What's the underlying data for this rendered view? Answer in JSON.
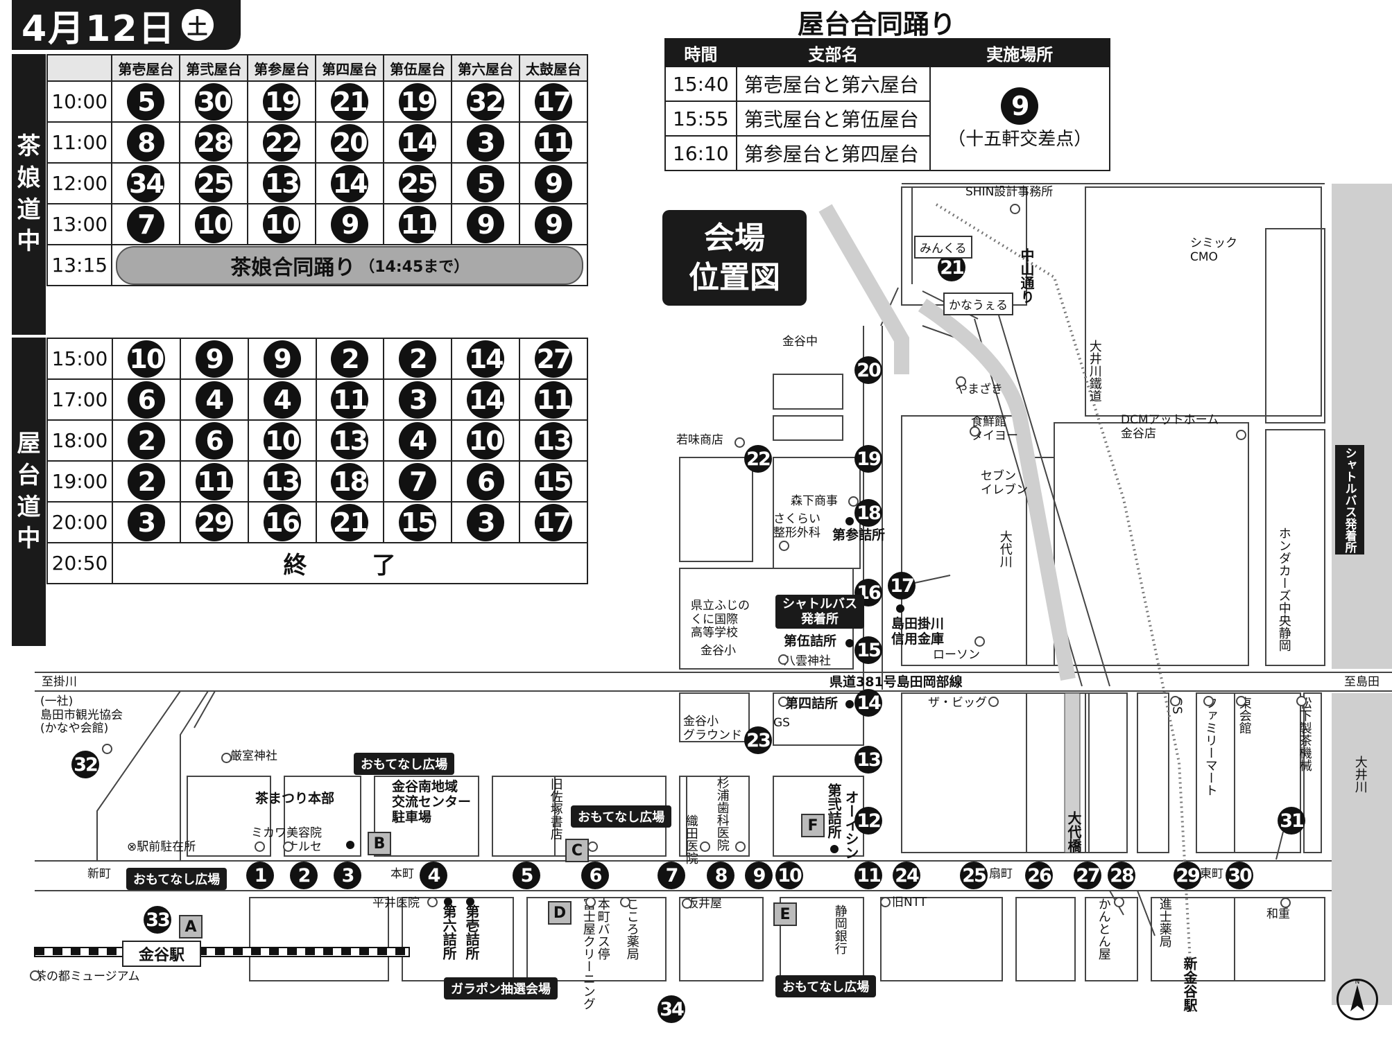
{
  "schedule": {
    "date": "4月12日",
    "weekday": "土",
    "columns": [
      "第壱屋台",
      "第弐屋台",
      "第参屋台",
      "第四屋台",
      "第伍屋台",
      "第六屋台",
      "太鼓屋台"
    ],
    "section1": {
      "label": [
        "茶",
        "娘",
        "道",
        "中"
      ],
      "rows": [
        {
          "time": "10:00",
          "values": [
            "5",
            "30",
            "19",
            "21",
            "19",
            "32",
            "17"
          ]
        },
        {
          "time": "11:00",
          "values": [
            "8",
            "28",
            "22",
            "20",
            "14",
            "3",
            "11"
          ]
        },
        {
          "time": "12:00",
          "values": [
            "34",
            "25",
            "13",
            "14",
            "25",
            "5",
            "9"
          ]
        },
        {
          "time": "13:00",
          "values": [
            "7",
            "10",
            "10",
            "9",
            "11",
            "9",
            "9"
          ]
        }
      ],
      "joint": {
        "time": "13:15",
        "label": "茶娘合同踊り",
        "note": "（14:45まで）"
      }
    },
    "section2": {
      "label": [
        "屋",
        "台",
        "道",
        "中"
      ],
      "rows": [
        {
          "time": "15:00",
          "values": [
            "10",
            "9",
            "9",
            "2",
            "2",
            "14",
            "27"
          ]
        },
        {
          "time": "17:00",
          "values": [
            "6",
            "4",
            "4",
            "11",
            "3",
            "14",
            "11"
          ]
        },
        {
          "time": "18:00",
          "values": [
            "2",
            "6",
            "10",
            "13",
            "4",
            "10",
            "13"
          ]
        },
        {
          "time": "19:00",
          "values": [
            "2",
            "11",
            "13",
            "18",
            "7",
            "6",
            "15"
          ]
        },
        {
          "time": "20:00",
          "values": [
            "3",
            "29",
            "16",
            "21",
            "15",
            "3",
            "17"
          ]
        }
      ],
      "end": {
        "time": "20:50",
        "label": "終　了"
      }
    }
  },
  "yatai_joint": {
    "title": "屋台合同踊り",
    "headers": [
      "時間",
      "支部名",
      "実施場所"
    ],
    "rows": [
      {
        "time": "15:40",
        "branch": "第壱屋台と第六屋台"
      },
      {
        "time": "15:55",
        "branch": "第弐屋台と第伍屋台"
      },
      {
        "time": "16:10",
        "branch": "第参屋台と第四屋台"
      }
    ],
    "place_number": "9",
    "place_name": "（十五軒交差点）"
  },
  "map": {
    "title": [
      "会場",
      "位置図"
    ],
    "markers": [
      "1",
      "2",
      "3",
      "4",
      "5",
      "6",
      "7",
      "8",
      "9",
      "10",
      "11",
      "12",
      "13",
      "14",
      "15",
      "16",
      "17",
      "18",
      "19",
      "20",
      "21",
      "22",
      "23",
      "24",
      "25",
      "26",
      "27",
      "28",
      "29",
      "30",
      "31",
      "32",
      "33",
      "34"
    ],
    "labels": {
      "shin": "SHIN設計事務所",
      "minkuru": "みんくる",
      "kanauel": "かなうぇる",
      "simic": "シミック\nCMO",
      "kanayachu": "金谷中",
      "yamazaki": "やまざき",
      "taiyo": "食鮮館\nタイヨー",
      "dcm": "DCMアットホーム\n金谷店",
      "wakami": "若味商店",
      "seven": "セブン\nイレブン",
      "morishita": "森下商事",
      "sakurai": "さくらい\n整形外科",
      "sansan": "第参詰所",
      "fuji": "県立ふじの\nくに国際\n高等学校",
      "kanayasho": "金谷小",
      "shinkin": "島田掛川\n信用金庫",
      "lawson": "ローソン",
      "gosan": "第伍詰所",
      "yakumo": "八雲神社",
      "road": "県道381号島田岡部線",
      "to_kakegawa": "至掛川",
      "to_shimada": "至島田",
      "kanko": "(一社)\n島田市観光協会\n(かなや会館)",
      "itsukushima": "厳室神社",
      "ground": "金谷小\nグラウンド",
      "gs": "GS",
      "yonshi": "第四詰所",
      "big": "ザ・ビッグ",
      "honbu": "茶まつり本部",
      "mikawa": "ミカワ美容院",
      "naruse": "ナルセ",
      "center": "金谷南地域\n交流センター\n駐車場",
      "ekimae": "⊗駅前駐在所",
      "sasaduka": "旧佐塚書店",
      "orida": "織田医院",
      "sugiura": "杉浦歯科医院",
      "nishi": "第弐詰所",
      "oishin": "オーイシン",
      "shinmachi": "新町",
      "honmachi": "本町",
      "ogimachi": "扇町",
      "higashimachi": "東町",
      "hirai": "平井医院",
      "roku": "第六詰所",
      "ichi": "第壱詰所",
      "fujiya": "富士屋クリーニング",
      "honmachi_bus": "本町バス停",
      "kokoro": "こころ薬局",
      "sakaiya": "坂井屋",
      "shizugin": "静岡銀行",
      "ntt": "旧NTT",
      "kanton": "かんとん屋",
      "shinji": "進士薬局",
      "wajyu": "和重",
      "kanaya_station": "金谷駅",
      "museum": "茶の都ミュージアム",
      "shinkanaya": "新金谷駅",
      "oigawa_railway": "大井川鐵道",
      "daidai_river": "大代川",
      "daidai_bridge": "大代橋",
      "oigawa": "大井川",
      "gs2": "GS",
      "family": "ファミリーマート",
      "tokai": "東会館",
      "matsushita": "松下製茶機械",
      "honda": "ホンダカーズ中央静岡",
      "shuttle_right": "シャトルバス発着所",
      "shuttle_tag": "シャトルバス\n発着所",
      "nakayama": "中山通り"
    },
    "tags": {
      "omotenashi": "おもてなし広場",
      "garapon": "ガラポン抽選会場"
    },
    "letters": [
      "A",
      "B",
      "C",
      "D",
      "E",
      "F"
    ]
  }
}
